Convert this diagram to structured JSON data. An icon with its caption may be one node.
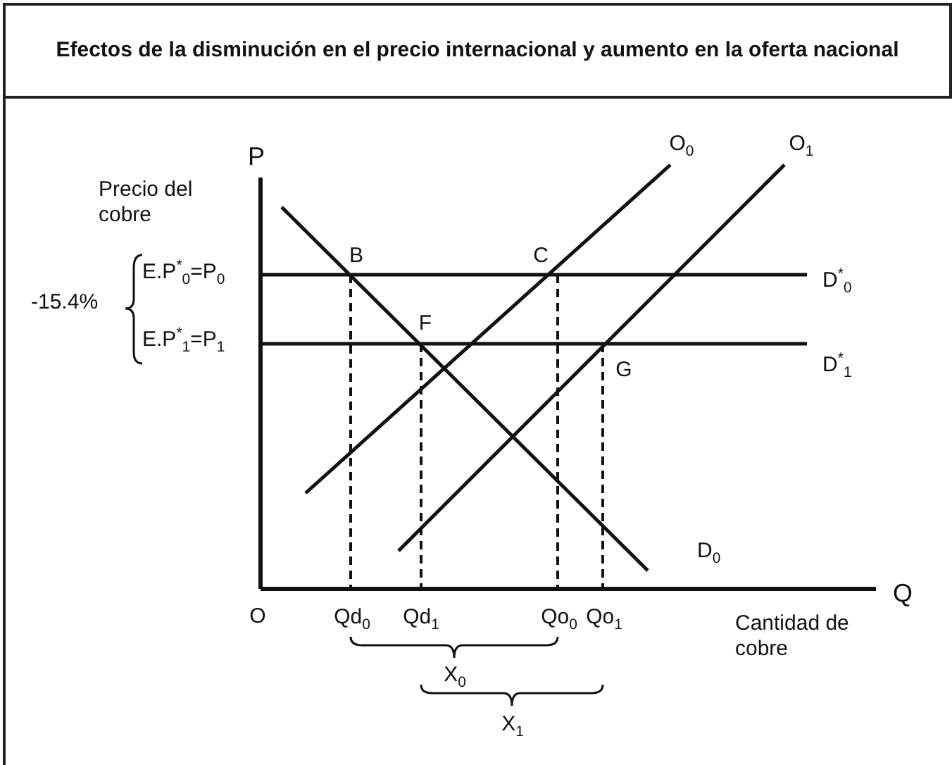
{
  "diagram": {
    "title": "Efectos de la disminución en el precio internacional y aumento en la oferta nacional",
    "labels": [
      "P",
      "Precio del cobre",
      "O$_{0}$",
      "O$_{1}$",
      "B",
      "C",
      "-15.4%",
      "E.P$^{*}$$_{0}$=P$_{0}$",
      "D$^{*}$$_{0}$",
      "F",
      "E.P$^{*}$$_{1}$=P$_{1}$",
      "G",
      "D$^{*}$$_{1}$",
      "D$_{0}$",
      "Q",
      "O",
      "Qd$_{0}$",
      "Qd$_{1}$",
      "Qo$_{0}$",
      "Qo$_{1}$",
      "Cantidad de cobre",
      "X$_{0}$",
      "X$_{1}$"
    ]
  }
}
